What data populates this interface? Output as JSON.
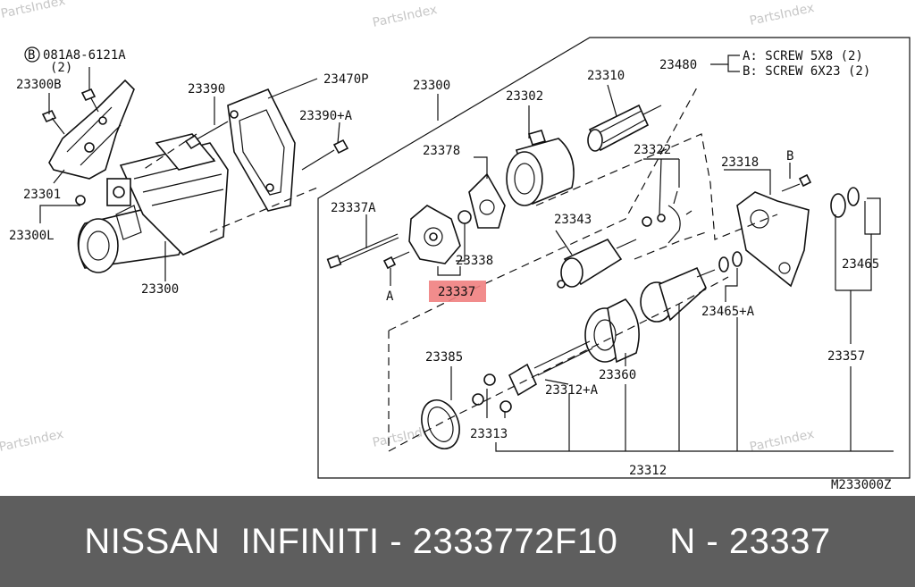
{
  "watermark": "PartsIndex",
  "labels": {
    "l081a8": "081A8-6121A",
    "l081a8_qty": "(2)",
    "l23300b": "23300B",
    "l23301": "23301",
    "l23300l": "23300L",
    "l23390": "23390",
    "l23470p": "23470P",
    "l23390a": "23390+A",
    "l23300_left": "23300",
    "l23300_top": "23300",
    "l23302": "23302",
    "l23310": "23310",
    "l23480": "23480",
    "screw_a": "A: SCREW 5X8 (2)",
    "screw_b": "B: SCREW 6X23 (2)",
    "l23378": "23378",
    "l23322": "23322",
    "l23318": "23318",
    "l23337a": "23337A",
    "l23338": "23338",
    "l23337": "23337",
    "l23343": "23343",
    "l23465": "23465",
    "l23465a": "23465+A",
    "l23357": "23357",
    "l23385": "23385",
    "l23360": "23360",
    "l23312a": "23312+A",
    "l23313": "23313",
    "l23312": "23312",
    "ref_a": "A",
    "ref_b": "B",
    "b_circle": "B",
    "figure_code": "M233000Z"
  },
  "highlight": {
    "part": "23337",
    "color": "#f08080"
  },
  "footer": {
    "text": "NISSAN  INFINITI - 2333772F10     N - 23337",
    "background": "#5e5e5e"
  }
}
